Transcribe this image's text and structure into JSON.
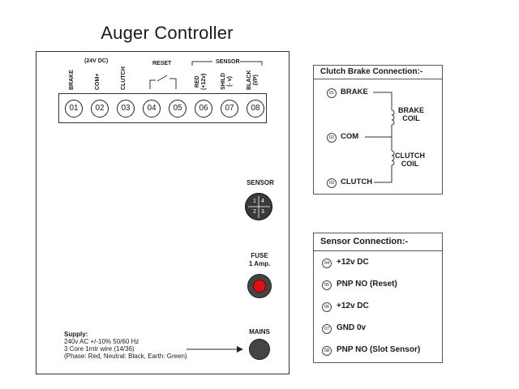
{
  "title": "Auger Controller",
  "terminal_strip": {
    "terminals": [
      "01",
      "02",
      "03",
      "04",
      "05",
      "06",
      "07",
      "08"
    ],
    "labels": [
      {
        "text": "BRAKE"
      },
      {
        "text": "COM+"
      },
      {
        "text": "CLUTCH"
      },
      {
        "text": ""
      },
      {
        "text": ""
      },
      {
        "text": "RED\n(+12v)"
      },
      {
        "text": "SHILD\n(- v)"
      },
      {
        "text": "BLACK\n(I/P)"
      }
    ],
    "group_dc": "(24V DC)",
    "group_reset": "RESET",
    "group_sensor": "SENSOR"
  },
  "sensor": {
    "label": "SENSOR",
    "pins": [
      "1",
      "4",
      "2",
      "3"
    ]
  },
  "fuse": {
    "label": "FUSE\n1 Amp."
  },
  "mains": {
    "label": "MAINS"
  },
  "supply": {
    "heading": "Supply:",
    "lines": [
      "240v AC +/-10% 50/60 Hz",
      "3 Core 1mtr wire  (14/36)",
      "(Phase: Red, Neutral: Black, Earth: Green)"
    ]
  },
  "clutch_brake": {
    "title": "Clutch Brake Connection:-",
    "rows": [
      {
        "num": "01",
        "label": "BRAKE"
      },
      {
        "num": "02",
        "label": "COM"
      },
      {
        "num": "03",
        "label": "CLUTCH"
      }
    ],
    "coil1": "BRAKE\nCOIL",
    "coil2": "CLUTCH\nCOIL"
  },
  "sensor_connection": {
    "title": "Sensor Connection:-",
    "rows": [
      {
        "num": "04",
        "label": "+12v DC"
      },
      {
        "num": "05",
        "label": "PNP NO (Reset)"
      },
      {
        "num": "06",
        "label": "+12v DC"
      },
      {
        "num": "07",
        "label": "GND 0v"
      },
      {
        "num": "08",
        "label": "PNP NO (Slot Sensor)"
      }
    ]
  },
  "colors": {
    "fuse_red": "#e01010",
    "knob_dark": "#444444",
    "line": "#333333"
  }
}
